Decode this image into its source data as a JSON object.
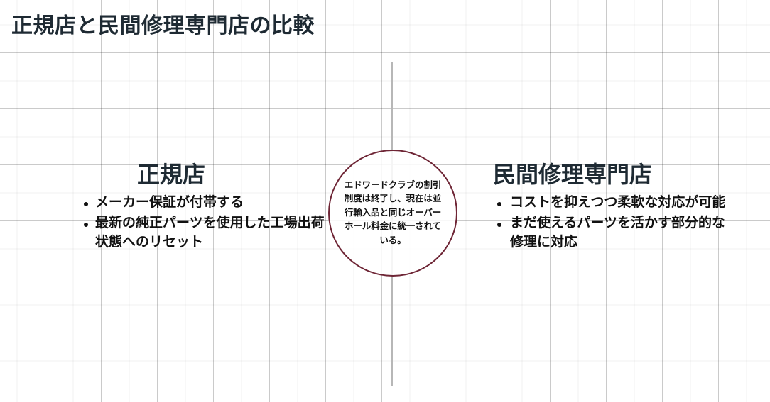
{
  "slide": {
    "title": "正規店と民間修理専門店の比較",
    "background": {
      "style": "graph-paper-grid",
      "page_color": "#ffffff",
      "fine_grid_color": "#eeeeee",
      "major_grid_color": "#d6d6d6"
    },
    "title_color": "#1e2a33",
    "accent_color": "#6e2535",
    "divider_color": "#b7b7b7"
  },
  "columns": {
    "left": {
      "heading": "正規店",
      "bullets": [
        "メーカー保証が付帯する",
        "最新の純正パーツを使用した工場出荷状態へのリセット"
      ]
    },
    "right": {
      "heading": "民間修理専門店",
      "bullets": [
        "コストを抑えつつ柔軟な対応が可能",
        "まだ使えるパーツを活かす部分的な修理に対応"
      ]
    }
  },
  "center_note": {
    "text": "エドワードクラブの割引制度は終了し、現在は並行輸入品と同じオーバーホール料金に統一されている。",
    "border_color": "#6e2535"
  }
}
